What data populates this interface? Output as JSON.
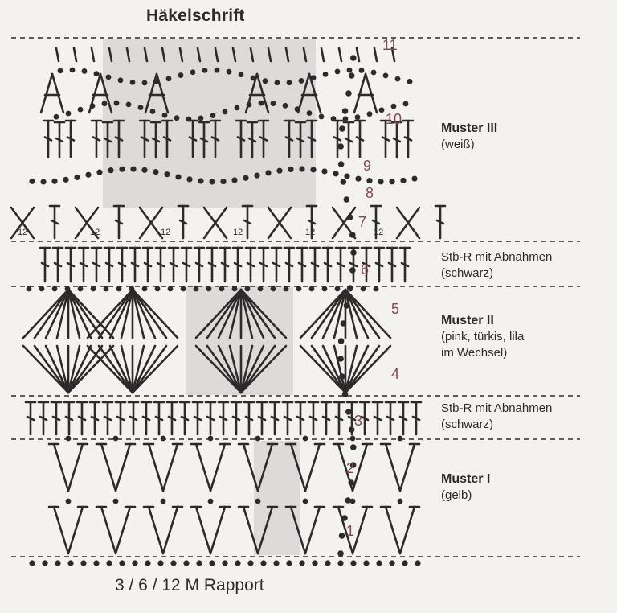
{
  "title": "Häkelschrift",
  "footer": "3 / 6 / 12 M Rapport",
  "sections": {
    "muster3": {
      "name": "Muster III",
      "color": "(weiß)"
    },
    "stbr_top": {
      "line1": "Stb-R mit Abnahmen",
      "line2": "(schwarz)"
    },
    "muster2": {
      "name": "Muster II",
      "line1": "(pink, türkis, lila",
      "line2": "im Wechsel)"
    },
    "stbr_bottom": {
      "line1": "Stb-R mit Abnahmen",
      "line2": "(schwarz)"
    },
    "muster1": {
      "name": "Muster I",
      "color": "(gelb)"
    }
  },
  "row_numbers": [
    "1",
    "2",
    "3",
    "4",
    "5",
    "6",
    "7",
    "8",
    "9",
    "10",
    "11"
  ],
  "stitch_label": "12",
  "colors": {
    "ink": "#2e2a2b",
    "shade": "#dcdbd9",
    "rownum": "#7d4a52",
    "background": "#f4f2ef"
  }
}
